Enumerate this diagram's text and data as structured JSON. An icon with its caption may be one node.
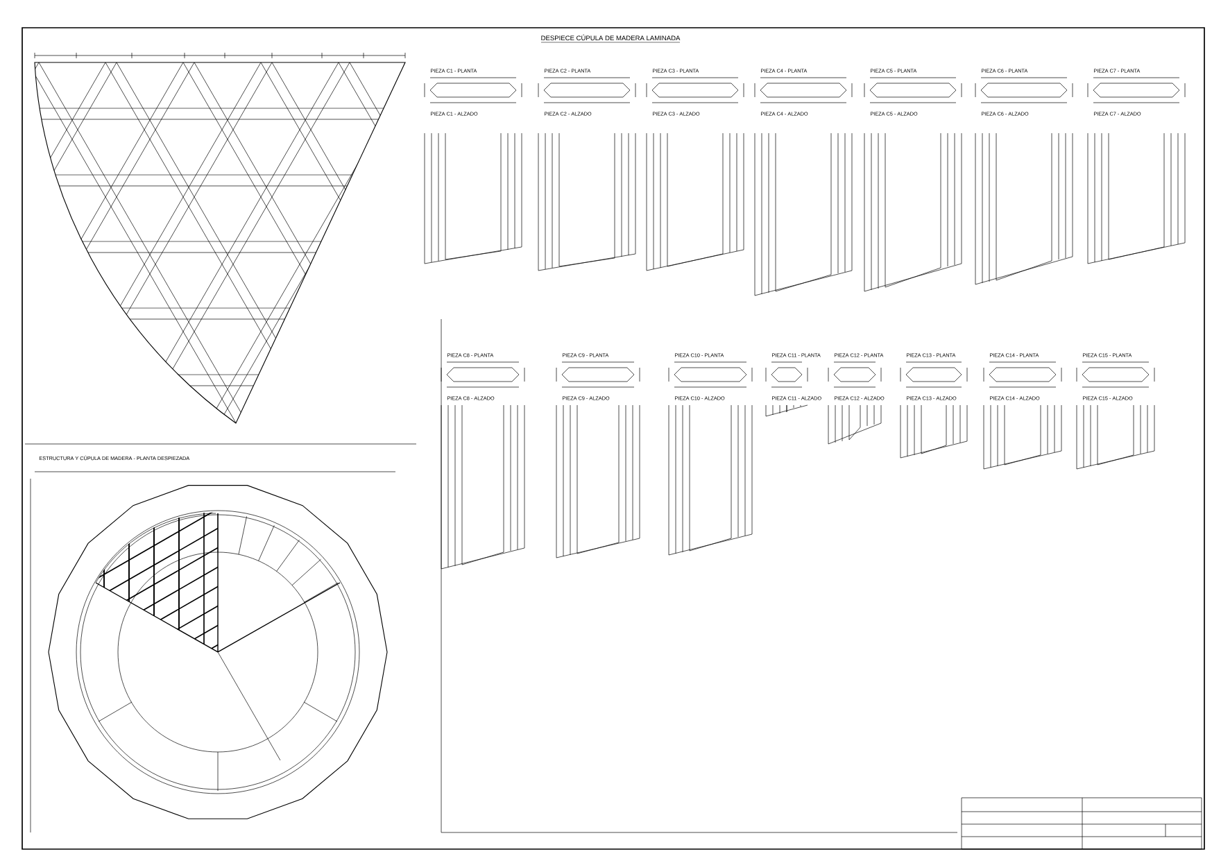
{
  "diagram": {
    "title": "DESPIECE CÚPULA DE MADERA LAMINADA",
    "labels": [
      "PIEZA C1 - PLANTA",
      "PIEZA C2 - PLANTA",
      "PIEZA C3 - PLANTA",
      "PIEZA C4 - PLANTA",
      "PIEZA C5 - PLANTA",
      "PIEZA C6 - PLANTA",
      "PIEZA C7 - PLANTA",
      "PIEZA C1 - ALZADO",
      "PIEZA C2 - ALZADO",
      "PIEZA C3 - ALZADO",
      "PIEZA C4 - ALZADO",
      "PIEZA C5 - ALZADO",
      "PIEZA C6 - ALZADO",
      "PIEZA C7 - ALZADO",
      "PIEZA C8 - PLANTA",
      "PIEZA C9 - PLANTA",
      "PIEZA C10 - PLANTA",
      "PIEZA C11 - PLANTA",
      "PIEZA C12 - PLANTA",
      "PIEZA C13 - PLANTA",
      "PIEZA C14 - PLANTA",
      "PIEZA C15 - PLANTA",
      "PIEZA C8 - ALZADO",
      "PIEZA C9 - ALZADO",
      "PIEZA C10 - ALZADO",
      "PIEZA C11 - ALZADO",
      "PIEZA C12 - ALZADO",
      "PIEZA C13 - ALZADO",
      "PIEZA C14 - ALZADO",
      "PIEZA C15 - ALZADO",
      "ESTRUCTURA Y CÚPULA DE MADERA - PLANTA DESPIEZADA"
    ]
  }
}
